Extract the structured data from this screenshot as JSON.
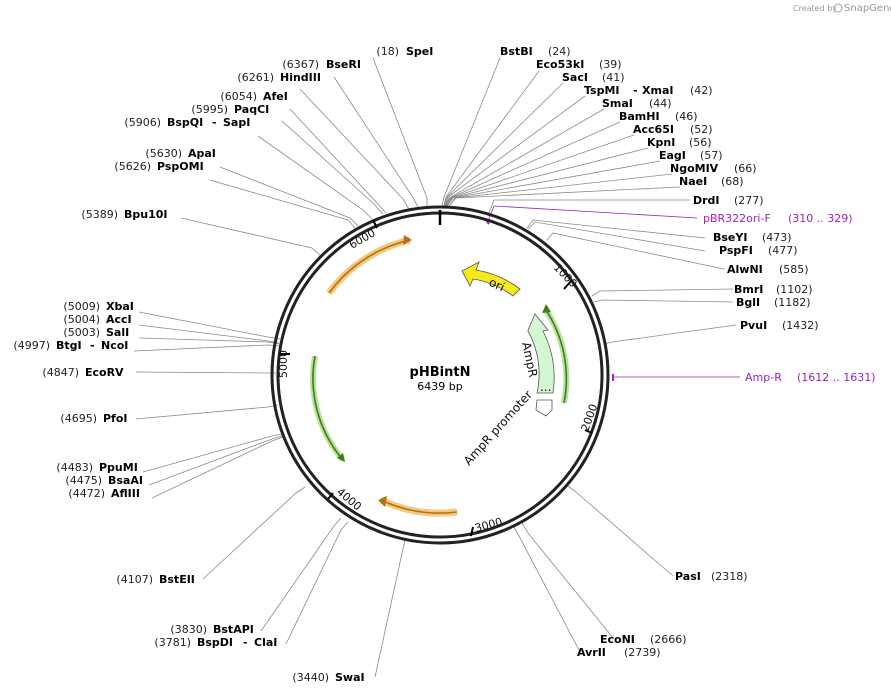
{
  "watermark": {
    "prefix": "Created by",
    "brand": "SnapGene"
  },
  "plasmid": {
    "name": "pHBintN",
    "length_label": "6439 bp"
  },
  "ticks": [
    "1000",
    "2000",
    "3000",
    "4000",
    "5000",
    "6000"
  ],
  "features": {
    "ori": "ori",
    "ampr": "AmpR",
    "ampr_promoter": "AmpR promoter",
    "ellipsis": "..."
  },
  "primers": [
    {
      "name": "pBR322ori-F",
      "range": "(310 .. 329)"
    },
    {
      "name": "Amp-R",
      "range": "(1612 .. 1631)"
    }
  ],
  "sites": [
    {
      "id": "speI",
      "pos": "(18)",
      "name": "SpeI"
    },
    {
      "id": "bseRI",
      "pos": "(6367)",
      "name": "BseRI"
    },
    {
      "id": "hindIII",
      "pos": "(6261)",
      "name": "HindIII"
    },
    {
      "id": "afeI",
      "pos": "(6054)",
      "name": "AfeI"
    },
    {
      "id": "paqCI",
      "pos": "(5995)",
      "name": "PaqCI"
    },
    {
      "id": "bspQI",
      "pos": "(5906)",
      "name": "BspQI",
      "name2": "SapI"
    },
    {
      "id": "apaI",
      "pos": "(5630)",
      "name": "ApaI"
    },
    {
      "id": "pspOMI",
      "pos": "(5626)",
      "name": "PspOMI"
    },
    {
      "id": "bpu10I",
      "pos": "(5389)",
      "name": "Bpu10I"
    },
    {
      "id": "xbaI",
      "pos": "(5009)",
      "name": "XbaI"
    },
    {
      "id": "accI",
      "pos": "(5004)",
      "name": "AccI"
    },
    {
      "id": "salI",
      "pos": "(5003)",
      "name": "SalI"
    },
    {
      "id": "btgI",
      "pos": "(4997)",
      "name": "BtgI",
      "name2": "NcoI"
    },
    {
      "id": "ecoRV",
      "pos": "(4847)",
      "name": "EcoRV"
    },
    {
      "id": "pfoI",
      "pos": "(4695)",
      "name": "PfoI"
    },
    {
      "id": "ppuMI",
      "pos": "(4483)",
      "name": "PpuMI"
    },
    {
      "id": "bsaAI",
      "pos": "(4475)",
      "name": "BsaAI"
    },
    {
      "id": "aflIII",
      "pos": "(4472)",
      "name": "AflIII"
    },
    {
      "id": "bstEII",
      "pos": "(4107)",
      "name": "BstEII"
    },
    {
      "id": "bstAPI",
      "pos": "(3830)",
      "name": "BstAPI"
    },
    {
      "id": "bspDI",
      "pos": "(3781)",
      "name": "BspDI",
      "name2": "ClaI"
    },
    {
      "id": "swaI",
      "pos": "(3440)",
      "name": "SwaI"
    },
    {
      "id": "bstBI",
      "name": "BstBI",
      "pos": "(24)"
    },
    {
      "id": "eco53kI",
      "name": "Eco53kI",
      "pos": "(39)"
    },
    {
      "id": "sacI",
      "name": "SacI",
      "pos": "(41)"
    },
    {
      "id": "tspMI",
      "name": "TspMI",
      "name2": "XmaI",
      "pos": "(42)"
    },
    {
      "id": "smaI",
      "name": "SmaI",
      "pos": "(44)"
    },
    {
      "id": "bamHI",
      "name": "BamHI",
      "pos": "(46)"
    },
    {
      "id": "acc65I",
      "name": "Acc65I",
      "pos": "(52)"
    },
    {
      "id": "kpnI",
      "name": "KpnI",
      "pos": "(56)"
    },
    {
      "id": "eagI",
      "name": "EagI",
      "pos": "(57)"
    },
    {
      "id": "ngoMIV",
      "name": "NgoMIV",
      "pos": "(66)"
    },
    {
      "id": "naeI",
      "name": "NaeI",
      "pos": "(68)"
    },
    {
      "id": "drdI",
      "name": "DrdI",
      "pos": "(277)"
    },
    {
      "id": "bseYI",
      "name": "BseYI",
      "pos": "(473)"
    },
    {
      "id": "pspFI",
      "name": "PspFI",
      "pos": "(477)"
    },
    {
      "id": "alwNI",
      "name": "AlwNI",
      "pos": "(585)"
    },
    {
      "id": "bmrI",
      "name": "BmrI",
      "pos": "(1102)"
    },
    {
      "id": "bglI",
      "name": "BglI",
      "pos": "(1182)"
    },
    {
      "id": "pvuI",
      "name": "PvuI",
      "pos": "(1432)"
    },
    {
      "id": "pasI",
      "name": "PasI",
      "pos": "(2318)"
    },
    {
      "id": "ecoNI",
      "name": "EcoNI",
      "pos": "(2666)"
    },
    {
      "id": "avrII",
      "name": "AvrII",
      "pos": "(2739)"
    }
  ]
}
